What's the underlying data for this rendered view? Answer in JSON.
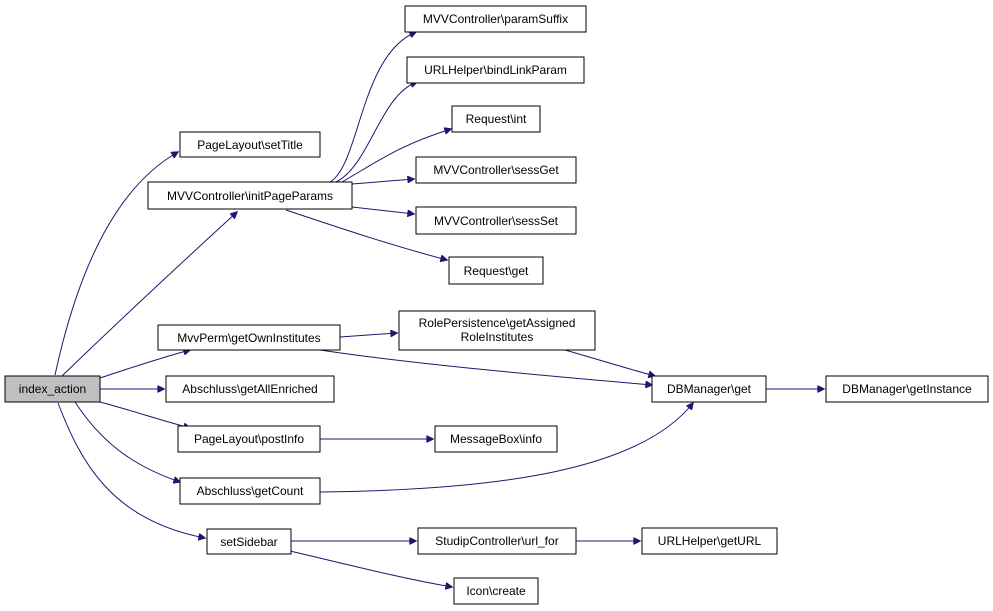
{
  "colors": {
    "edge": "#191970",
    "root_fill": "#bfbfbf",
    "node_fill": "#ffffff",
    "node_border": "#000000"
  },
  "nodes": {
    "index_action": "index_action",
    "page_layout_set_title": "PageLayout\\setTitle",
    "mvv_init_page_params": "MVVController\\initPageParams",
    "mvv_param_suffix": "MVVController\\paramSuffix",
    "url_bind_link_param": "URLHelper\\bindLinkParam",
    "request_int": "Request\\int",
    "mvv_sess_get": "MVVController\\sessGet",
    "mvv_sess_set": "MVVController\\sessSet",
    "request_get": "Request\\get",
    "mvvperm_get_own_institutes": "MvvPerm\\getOwnInstitutes",
    "role_persistence_line1": "RolePersistence\\getAssigned",
    "role_persistence_line2": "RoleInstitutes",
    "abschluss_get_all_enriched": "Abschluss\\getAllEnriched",
    "page_layout_post_info": "PageLayout\\postInfo",
    "message_box_info": "MessageBox\\info",
    "abschluss_get_count": "Abschluss\\getCount",
    "dbmanager_get": "DBManager\\get",
    "dbmanager_get_instance": "DBManager\\getInstance",
    "set_sidebar": "setSidebar",
    "studip_url_for": "StudipController\\url_for",
    "url_get_url": "URLHelper\\getURL",
    "icon_create": "Icon\\create"
  }
}
